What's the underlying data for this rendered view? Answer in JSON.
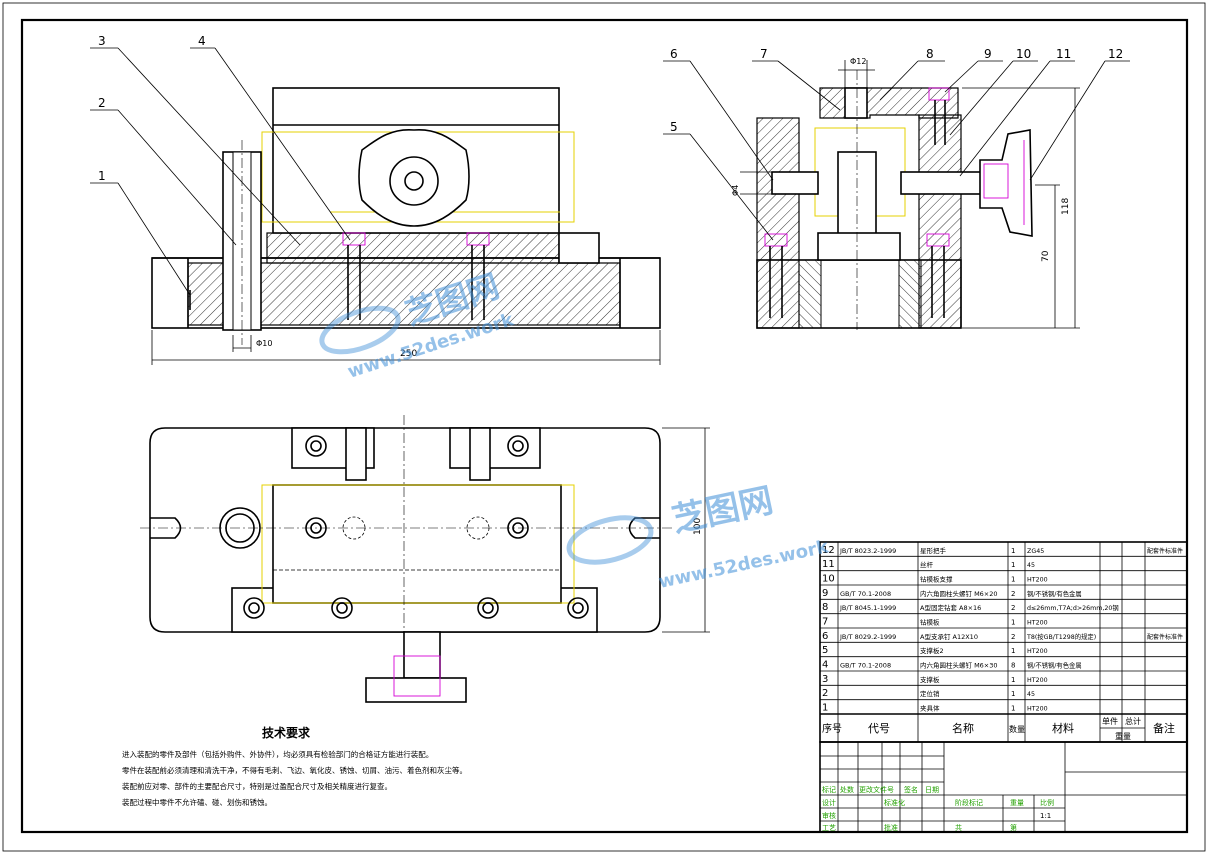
{
  "drawing": {
    "part_numbers": [
      "1",
      "2",
      "3",
      "4",
      "5",
      "6",
      "7",
      "8",
      "9",
      "10",
      "11",
      "12"
    ],
    "dimensions": {
      "width_top": "250",
      "height_right": "118",
      "height_mid": "70",
      "plan_height": "100",
      "dia_pin": "Φ10",
      "dia_bush": "Φ12",
      "dia_side": "Φ4"
    },
    "tech_requirements": {
      "title": "技术要求",
      "lines": [
        "进入装配的零件及部件（包括外购件、外协件），均必须具有检验部门的合格证方能进行装配。",
        "零件在装配前必须清理和清洗干净，不得有毛刺、飞边、氧化皮、锈蚀、切屑、油污、着色剂和灰尘等。",
        "装配前应对零、部件的主要配合尺寸，特别是过盈配合尺寸及相关精度进行复查。",
        "装配过程中零件不允许磕、碰、划伤和锈蚀。"
      ]
    },
    "bom": {
      "rows": [
        {
          "no": "12",
          "code": "JB/T 8023.2-1999",
          "name": "星形把手",
          "qty": "1",
          "material": "ZG45",
          "note": "配套件标准件"
        },
        {
          "no": "11",
          "code": "",
          "name": "丝杆",
          "qty": "1",
          "material": "45",
          "note": ""
        },
        {
          "no": "10",
          "code": "",
          "name": "钻模板支撑",
          "qty": "1",
          "material": "HT200",
          "note": ""
        },
        {
          "no": "9",
          "code": "GB/T 70.1-2008",
          "name": "内六角圆柱头螺钉 M6×20",
          "qty": "2",
          "material": "钢/不锈钢/有色金属",
          "note": ""
        },
        {
          "no": "8",
          "code": "JB/T 8045.1-1999",
          "name": "A型固定钻套 A8×16",
          "qty": "2",
          "material": "d≤26mm,T7A;d>26mm,20钢",
          "note": ""
        },
        {
          "no": "7",
          "code": "",
          "name": "钻模板",
          "qty": "1",
          "material": "HT200",
          "note": ""
        },
        {
          "no": "6",
          "code": "JB/T 8029.2-1999",
          "name": "A型支承钉 A12X10",
          "qty": "2",
          "material": "T8(按GB/T1298的规定)",
          "note": "配套件标准件"
        },
        {
          "no": "5",
          "code": "",
          "name": "支撑板2",
          "qty": "1",
          "material": "HT200",
          "note": ""
        },
        {
          "no": "4",
          "code": "GB/T 70.1-2008",
          "name": "内六角圆柱头螺钉 M6×30",
          "qty": "8",
          "material": "钢/不锈钢/有色金属",
          "note": ""
        },
        {
          "no": "3",
          "code": "",
          "name": "支撑板",
          "qty": "1",
          "material": "HT200",
          "note": ""
        },
        {
          "no": "2",
          "code": "",
          "name": "定位销",
          "qty": "1",
          "material": "45",
          "note": ""
        },
        {
          "no": "1",
          "code": "",
          "name": "夹具体",
          "qty": "1",
          "material": "HT200",
          "note": ""
        }
      ],
      "headers": {
        "no": "序号",
        "code": "代号",
        "name": "名称",
        "qty": "数量",
        "material": "材料",
        "unit": "单件",
        "total": "总计",
        "weight": "重量",
        "note": "备注"
      }
    },
    "title_block": {
      "green_labels": [
        "标记",
        "处数",
        "更改文件号",
        "签名",
        "日期"
      ],
      "row_labels": [
        "设计",
        "标准化",
        "审核",
        "工艺",
        "批准"
      ],
      "stage": "阶段标记",
      "weight": "重量",
      "scale": "比例",
      "scale_val": "1:1",
      "sheet": "共",
      "sheet2": "第"
    },
    "watermark": {
      "brand": "芝图网",
      "url": "www.52des.work"
    }
  }
}
